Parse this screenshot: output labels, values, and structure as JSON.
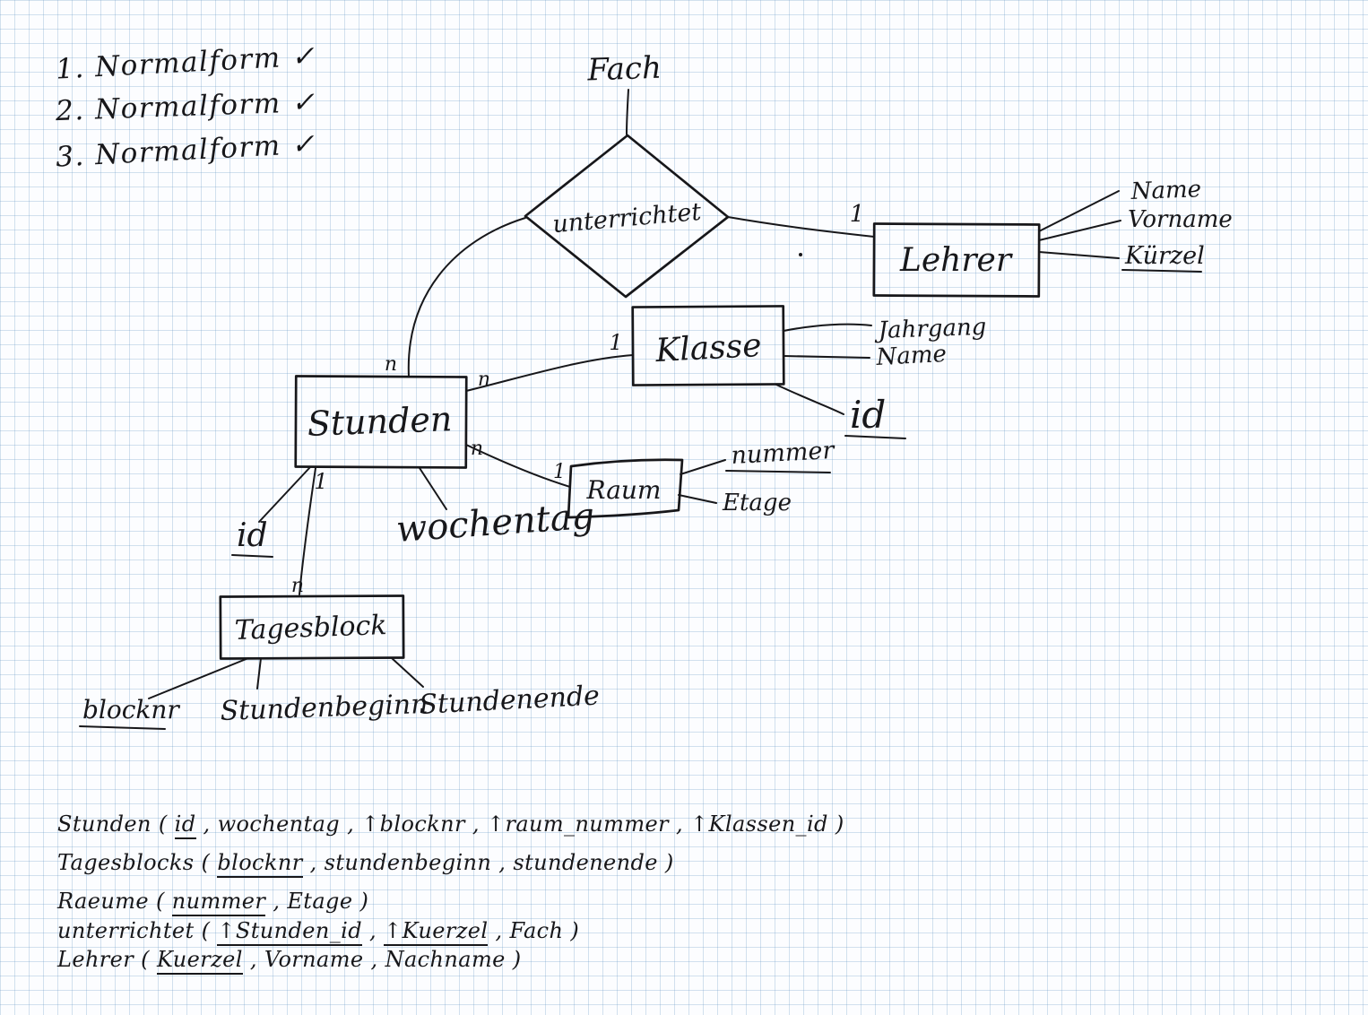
{
  "notes": {
    "items": [
      "1. Normalform ✓",
      "2. Normalform ✓",
      "3. Normalform ✓"
    ]
  },
  "diagram": {
    "fach_label": "Fach",
    "relationship_label": "unterrichtet",
    "entities": {
      "lehrer": {
        "label": "Lehrer",
        "attr_name": "Name",
        "attr_vorname": "Vorname",
        "attr_kuerzel": "Kürzel"
      },
      "klasse": {
        "label": "Klasse",
        "attr_jahrgang": "Jahrgang",
        "attr_name": "Name",
        "attr_id": "id"
      },
      "stunden": {
        "label": "Stunden",
        "attr_id": "id",
        "attr_wochentag": "wochentag"
      },
      "raum": {
        "label": "Raum",
        "attr_nummer": "nummer",
        "attr_etage": "Etage"
      },
      "tagesblock": {
        "label": "Tagesblock",
        "attr_blocknr": "blocknr",
        "attr_beginn": "Stundenbeginn",
        "attr_ende": "Stundenende"
      }
    },
    "cardinalities": {
      "lehrer_unterrichtet": "1",
      "stunden_unterrichtet": "n",
      "klasse_stunden": "1",
      "stunden_klasse": "n",
      "stunden_raum": "n",
      "raum_stunden": "1",
      "stunden_tagesblock": "1",
      "tagesblock_stunden": "n"
    }
  },
  "schema": {
    "lines": [
      {
        "segments": [
          {
            "text": "Stunden ( "
          },
          {
            "text": "id",
            "underline": true
          },
          {
            "text": " , wochentag , ↑blocknr , ↑raum_nummer , ↑Klassen_id )"
          }
        ]
      },
      {
        "segments": [
          {
            "text": "Tagesblocks ( "
          },
          {
            "text": "blocknr",
            "underline": true
          },
          {
            "text": " , stundenbeginn , stundenende )"
          }
        ]
      },
      {
        "segments": [
          {
            "text": "Raeume ( "
          },
          {
            "text": "nummer",
            "underline": true
          },
          {
            "text": " , Etage )"
          }
        ]
      },
      {
        "segments": [
          {
            "text": "unterrichtet ( "
          },
          {
            "text": "↑Stunden_id",
            "underline": true
          },
          {
            "text": " , "
          },
          {
            "text": "↑Kuerzel",
            "underline": true
          },
          {
            "text": " , Fach )"
          }
        ]
      },
      {
        "segments": [
          {
            "text": "Lehrer ( "
          },
          {
            "text": "Kuerzel",
            "underline": true
          },
          {
            "text": " , Vorname , Nachname )"
          }
        ]
      }
    ]
  }
}
